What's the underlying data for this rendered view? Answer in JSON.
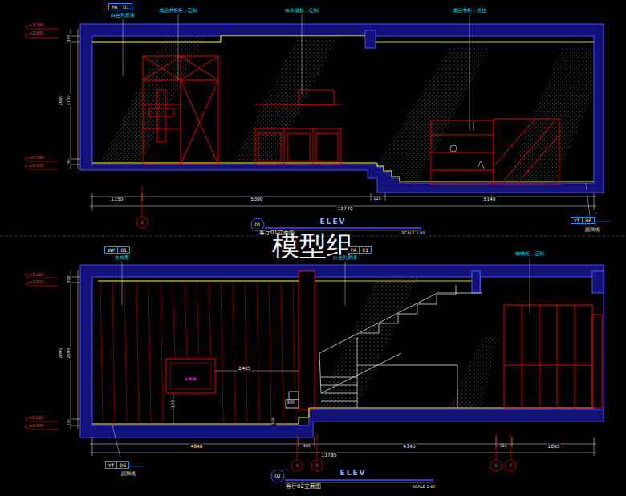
{
  "diagram": {
    "nodes": [
      {
        "text": [
          "PA",
          "01"
        ]
      },
      {
        "text": [
          "YT",
          "06"
        ]
      },
      {
        "text": [
          "WP",
          "01"
        ]
      },
      {
        "text": [
          "PA",
          "01"
        ]
      },
      {
        "text": [
          "YT",
          "06"
        ]
      }
    ],
    "labels": [
      "白色乳胶漆",
      "成品书柜柜，定制",
      "实木隔板，定制",
      "成品书柜，悬挂",
      "+3.190",
      "+2.890",
      "+0.090",
      "±0.000",
      "300",
      "2890",
      "2700",
      "90",
      "1150",
      "5390",
      "125",
      "5140",
      "11770",
      "2",
      "踢脚线",
      "01",
      "ELEV",
      "客厅01立面图",
      "SCALE 1:40",
      "模型组",
      "木饰面",
      "白色乳胶漆",
      "储物柜，定制",
      "+3.110",
      "+2.810",
      "+0.120",
      "±0.000",
      "300",
      "2890",
      "2590",
      "120",
      "2405",
      "1100",
      "装饰画",
      "300",
      "300",
      "4840",
      "460",
      "4340",
      "720",
      "1695",
      "11785",
      "4",
      "5",
      "6",
      "7",
      "踢脚线",
      "02",
      "ELEV",
      "客厅02立面图",
      "SCALE 1:40"
    ]
  }
}
